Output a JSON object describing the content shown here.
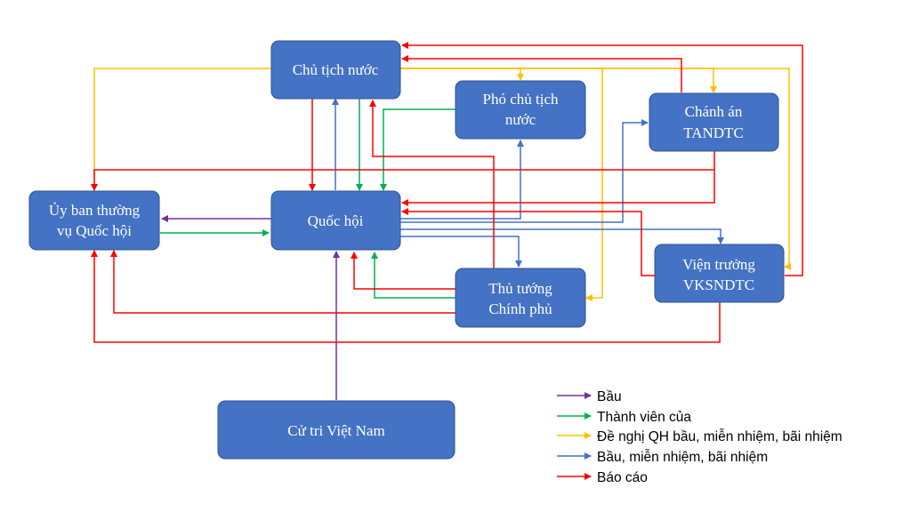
{
  "nodes": {
    "chu_tich_nuoc": [
      "Chủ tịch nước"
    ],
    "pho_chu_tich": [
      "Phó chủ tịch",
      "nước"
    ],
    "chanh_an": [
      "Chánh án",
      "TANDTC"
    ],
    "uy_ban": [
      "Ủy ban thường",
      "vụ Quốc hội"
    ],
    "quoc_hoi": [
      "Quốc hội"
    ],
    "thu_tuong": [
      "Thủ tướng",
      "Chính phủ"
    ],
    "vien_truong": [
      "Viện trưởng",
      "VKSNDTC"
    ],
    "cu_tri": [
      "Cử tri Việt Nam"
    ]
  },
  "legend": [
    {
      "key": "bau",
      "label": "Bầu",
      "color": "#7030a0"
    },
    {
      "key": "thanh_vien",
      "label": "Thành viên của",
      "color": "#00b050"
    },
    {
      "key": "de_nghi",
      "label": "Đề nghị QH bầu, miễn nhiệm, bãi nhiệm",
      "color": "#ffc000"
    },
    {
      "key": "bau_mien",
      "label": "Bầu, miễn nhiệm, bãi nhiệm",
      "color": "#4472c4"
    },
    {
      "key": "bao_cao",
      "label": "Báo cáo",
      "color": "#ff0000"
    }
  ]
}
